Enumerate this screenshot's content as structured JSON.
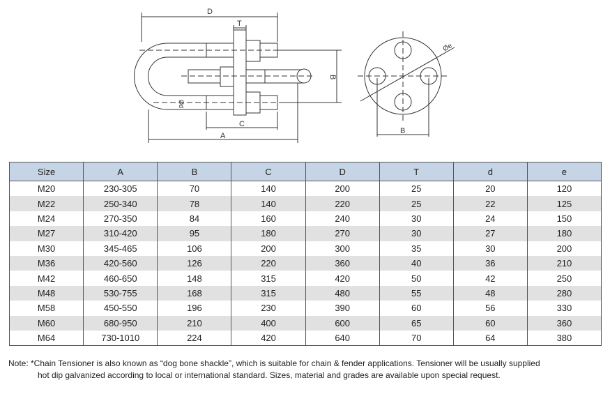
{
  "diagram": {
    "labels": {
      "D": "D",
      "T": "T",
      "B": "B",
      "C": "C",
      "A": "A",
      "d": "Ød",
      "e": "Øe",
      "B2": "B"
    }
  },
  "table": {
    "headers": [
      "Size",
      "A",
      "B",
      "C",
      "D",
      "T",
      "d",
      "e"
    ],
    "rows": [
      [
        "M20",
        "230-305",
        "70",
        "140",
        "200",
        "25",
        "20",
        "120"
      ],
      [
        "M22",
        "250-340",
        "78",
        "140",
        "220",
        "25",
        "22",
        "125"
      ],
      [
        "M24",
        "270-350",
        "84",
        "160",
        "240",
        "30",
        "24",
        "150"
      ],
      [
        "M27",
        "310-420",
        "95",
        "180",
        "270",
        "30",
        "27",
        "180"
      ],
      [
        "M30",
        "345-465",
        "106",
        "200",
        "300",
        "35",
        "30",
        "200"
      ],
      [
        "M36",
        "420-560",
        "126",
        "220",
        "360",
        "40",
        "36",
        "210"
      ],
      [
        "M42",
        "460-650",
        "148",
        "315",
        "420",
        "50",
        "42",
        "250"
      ],
      [
        "M48",
        "530-755",
        "168",
        "315",
        "480",
        "55",
        "48",
        "280"
      ],
      [
        "M58",
        "450-550",
        "196",
        "230",
        "390",
        "60",
        "56",
        "330"
      ],
      [
        "M60",
        "680-950",
        "210",
        "400",
        "600",
        "65",
        "60",
        "360"
      ],
      [
        "M64",
        "730-1010",
        "224",
        "420",
        "640",
        "70",
        "64",
        "380"
      ]
    ]
  },
  "note": {
    "line1": "Note: *Chain Tensioner is also known as “dog bone shackle”, which is suitable for chain & fender applications. Tensioner will be usually supplied",
    "line2": "hot dip galvanized according to local or international standard. Sizes, material and grades are available upon special request."
  }
}
